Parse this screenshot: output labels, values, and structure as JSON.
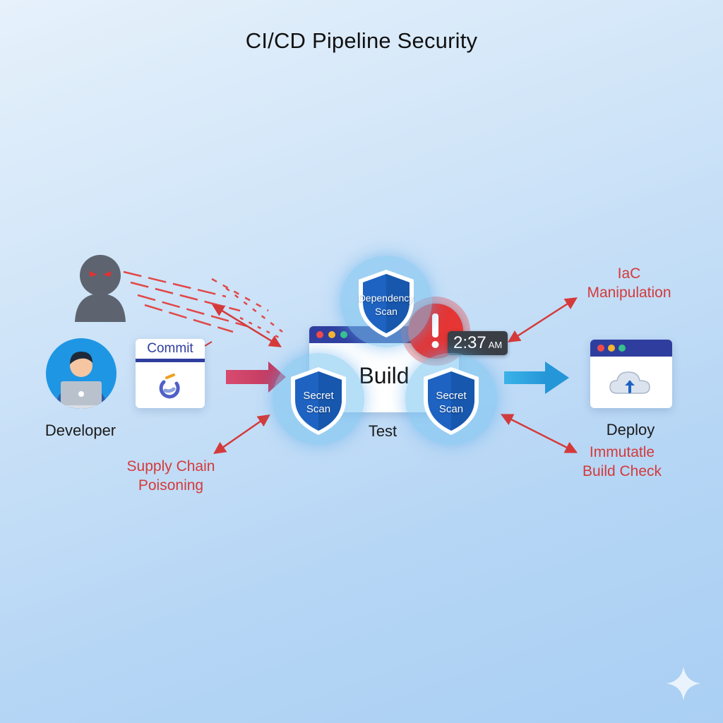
{
  "title": "CI/CD Pipeline Security",
  "stages": {
    "developer": "Developer",
    "commit": "Commit",
    "build": "Build",
    "test": "Test",
    "deploy": "Deploy"
  },
  "shields": {
    "dependency": "Dependency Scan",
    "secret_left": "Secret Scan",
    "secret_right": "Secret Scan"
  },
  "alert": {
    "icon": "exclamation-icon",
    "time": "2:37",
    "meridiem": "AM"
  },
  "threats": {
    "supply_chain": "Supply Chain Poisoning",
    "iac": "IaC Manipulation",
    "immutable": "Immutatle Build Check"
  },
  "icons": [
    "attacker-icon",
    "developer-icon",
    "laptop-icon",
    "sync-icon",
    "shield-icon",
    "cloud-upload-icon",
    "sparkle-icon"
  ],
  "colors": {
    "accent": "#2f3e9e",
    "threat": "#d43a3a",
    "shield": "#1e63c2",
    "deploy_arrow": "#2ea7e0"
  }
}
